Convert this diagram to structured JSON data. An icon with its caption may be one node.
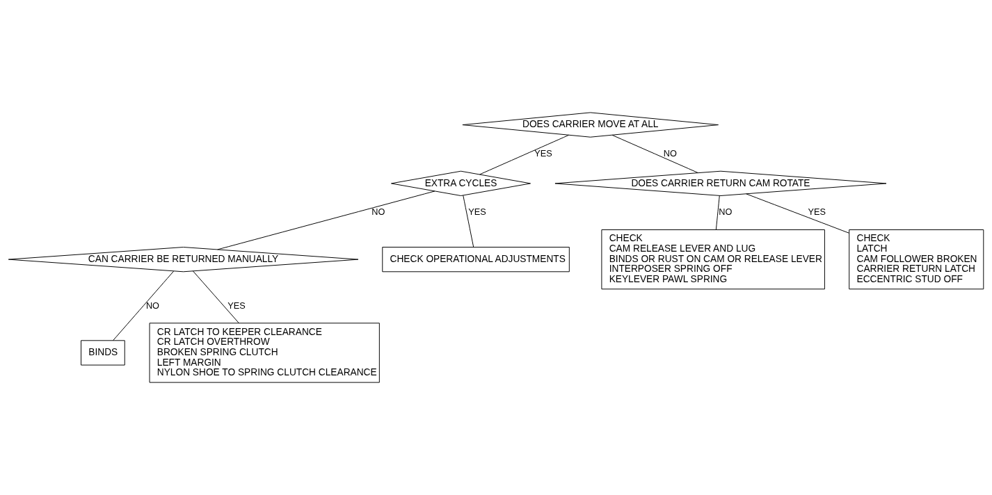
{
  "diagram": {
    "nodes": [
      {
        "text": [
          "DOES CARRIER MOVE AT ALL"
        ]
      },
      {
        "text": [
          "EXTRA CYCLES"
        ]
      },
      {
        "text": [
          "DOES CARRIER RETURN CAM ROTATE"
        ]
      },
      {
        "text": [
          "CAN CARRIER BE RETURNED MANUALLY"
        ]
      },
      {
        "text": [
          "CHECK OPERATIONAL ADJUSTMENTS"
        ]
      },
      {
        "text": [
          "BINDS"
        ]
      },
      {
        "text": [
          "CHECK",
          "CAM RELEASE LEVER AND LUG",
          "BINDS OR RUST ON CAM OR RELEASE LEVER",
          "INTERPOSER SPRING OFF",
          "KEYLEVER PAWL SPRING"
        ]
      },
      {
        "text": [
          "CHECK",
          "LATCH",
          "CAM FOLLOWER BROKEN",
          "CARRIER RETURN LATCH",
          "ECCENTRIC STUD OFF"
        ]
      },
      {
        "text": [
          "CR LATCH TO KEEPER CLEARANCE",
          "CR LATCH OVERTHROW",
          "BROKEN SPRING CLUTCH",
          "LEFT MARGIN",
          "NYLON SHOE TO SPRING CLUTCH CLEARANCE"
        ]
      }
    ],
    "edges": [
      {
        "from": 0,
        "to": 2,
        "arrow": "none",
        "label": "NO"
      },
      {
        "from": 0,
        "to": 1,
        "arrow": "none",
        "label": "YES"
      },
      {
        "from": 1,
        "to": 3,
        "arrow": "none",
        "label": "NO"
      },
      {
        "from": 1,
        "to": 4,
        "arrow": "none",
        "label": "YES"
      },
      {
        "from": 2,
        "to": 6,
        "arrow": "none",
        "label": "NO"
      },
      {
        "from": 2,
        "to": 7,
        "arrow": "none",
        "label": "YES"
      },
      {
        "from": 3,
        "to": 5,
        "arrow": "none",
        "label": "NO"
      },
      {
        "from": 3,
        "to": 8,
        "arrow": "none",
        "label": "YES"
      }
    ]
  }
}
